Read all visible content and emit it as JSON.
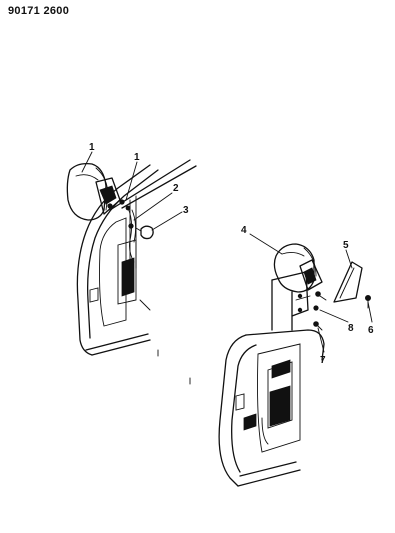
{
  "document_id": "90171 2600",
  "callouts": [
    {
      "number": "1"
    },
    {
      "number": "1"
    },
    {
      "number": "2"
    },
    {
      "number": "3"
    },
    {
      "number": "4"
    },
    {
      "number": "5"
    },
    {
      "number": "6"
    },
    {
      "number": "7"
    },
    {
      "number": "8"
    }
  ]
}
